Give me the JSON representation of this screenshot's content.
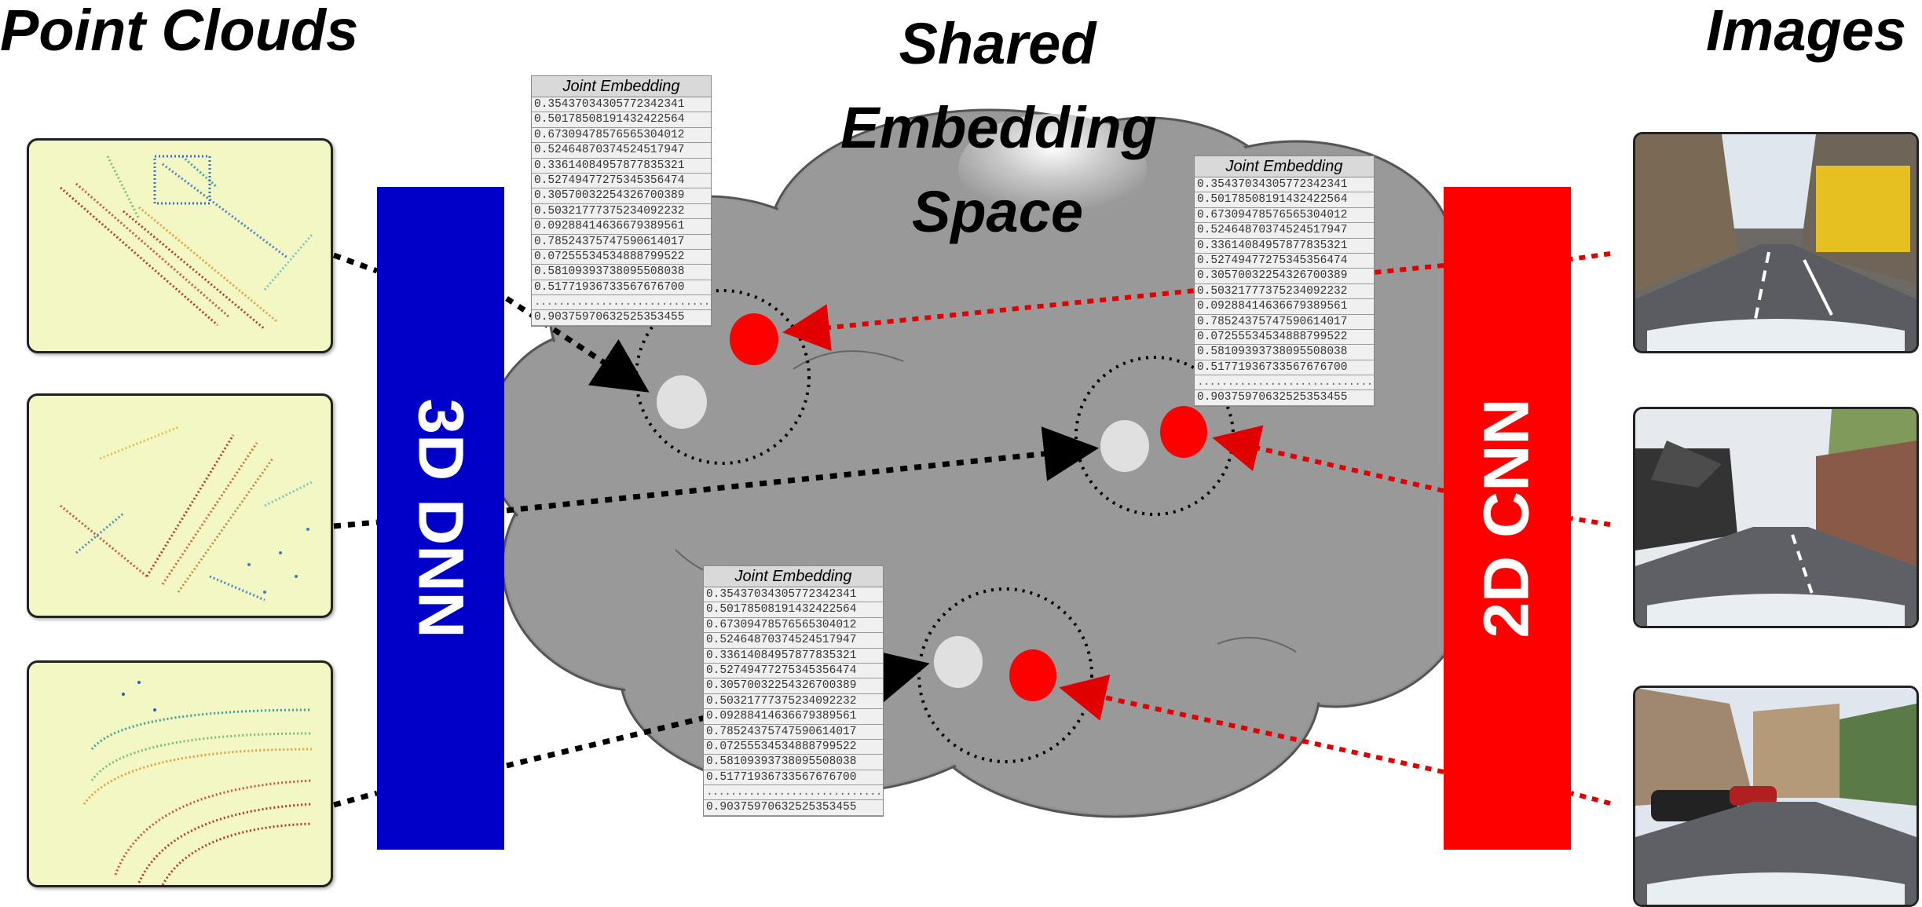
{
  "titles": {
    "point_clouds": "Point Clouds",
    "images": "Images",
    "shared_line1": "Shared",
    "shared_line2": "Embedding",
    "shared_line3": "Space"
  },
  "networks": {
    "left": "3D DNN",
    "right": "2D CNN"
  },
  "embedding": {
    "header": "Joint Embedding",
    "rows": [
      "0.35437034305772342341",
      "0.50178508191432422564",
      "0.67309478576565304012",
      "0.52464870374524517947",
      "0.33614084957877835321",
      "0.52749477275345356474",
      "0.30570032254326700389",
      "0.50321777375234092232",
      "0.09288414636679389561",
      "0.78524375747590614017",
      "0.07255534534888799522",
      "0.58109393738095508038",
      "0.51771936733567676700",
      "........................................",
      "0.90375970632525353455"
    ]
  },
  "colors": {
    "dnn": "#0000c8",
    "cnn": "#ff0000",
    "cloud": "#999999",
    "point_cloud_embedding": "#e0e0e0",
    "image_embedding": "#ff0000"
  }
}
